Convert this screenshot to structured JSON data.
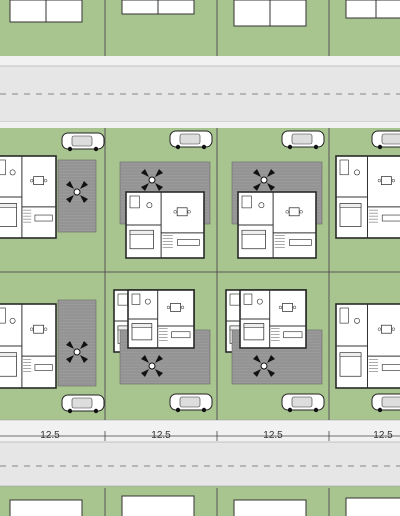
{
  "colors": {
    "lawn": "#a9c58f",
    "road": "#e6e6e6",
    "pavement": "#f1f1f1",
    "deck": "#9a9a9a",
    "deck_dark": "#7f7f7f",
    "house_wall": "#2a2a2a",
    "house_floor": "#ffffff",
    "lot_line": "#555555",
    "car": "#ffffff"
  },
  "plot_width_labels": [
    "12.5",
    "12.5",
    "12.5",
    "12.5"
  ],
  "icons": {
    "patio_table": "patio-umbrella-icon",
    "car": "car-icon"
  }
}
